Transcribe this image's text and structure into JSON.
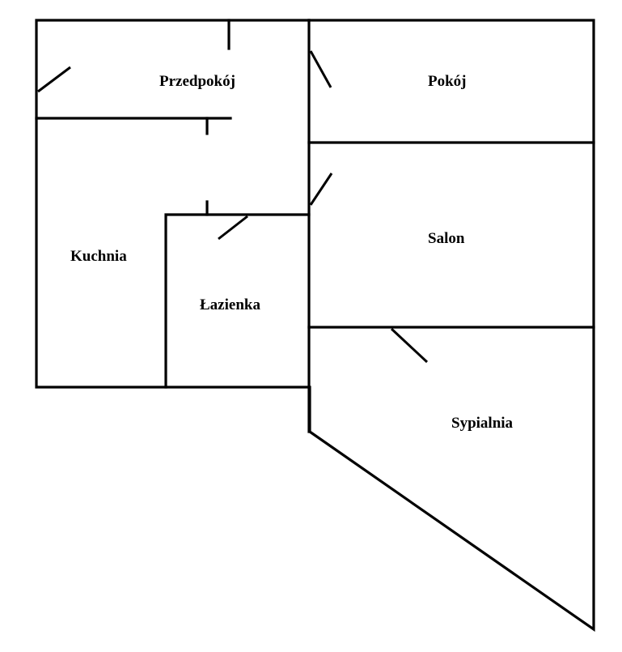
{
  "rooms": {
    "hallway": "Przedpokój",
    "room": "Pokój",
    "living_room": "Salon",
    "kitchen": "Kuchnia",
    "bathroom": "Łazienka",
    "bedroom": "Sypialnia"
  },
  "colors": {
    "line": "#000000",
    "background": "#ffffff"
  }
}
